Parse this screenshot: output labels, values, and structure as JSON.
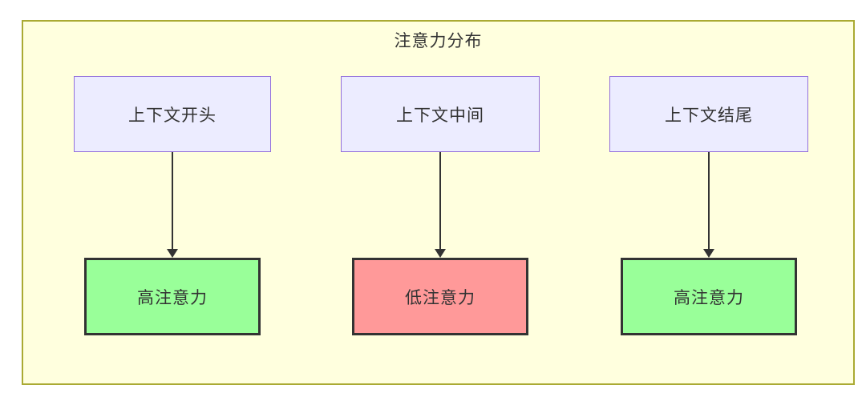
{
  "diagram": {
    "title": "注意力分布",
    "top_nodes": [
      {
        "label": "上下文开头"
      },
      {
        "label": "上下文中间"
      },
      {
        "label": "上下文结尾"
      }
    ],
    "bottom_nodes": [
      {
        "label": "高注意力",
        "level": "high"
      },
      {
        "label": "低注意力",
        "level": "low"
      },
      {
        "label": "高注意力",
        "level": "high"
      }
    ],
    "edges": [
      {
        "from": "上下文开头",
        "to": "高注意力"
      },
      {
        "from": "上下文中间",
        "to": "低注意力"
      },
      {
        "from": "上下文结尾",
        "to": "高注意力"
      }
    ],
    "colors": {
      "container_bg": "#ffffde",
      "container_border": "#aaaa33",
      "node_bg": "#ececff",
      "node_border": "#9370db",
      "high_attention_bg": "#99ff99",
      "low_attention_bg": "#ff9999",
      "result_border": "#333333",
      "arrow": "#333333",
      "text": "#333333"
    }
  }
}
